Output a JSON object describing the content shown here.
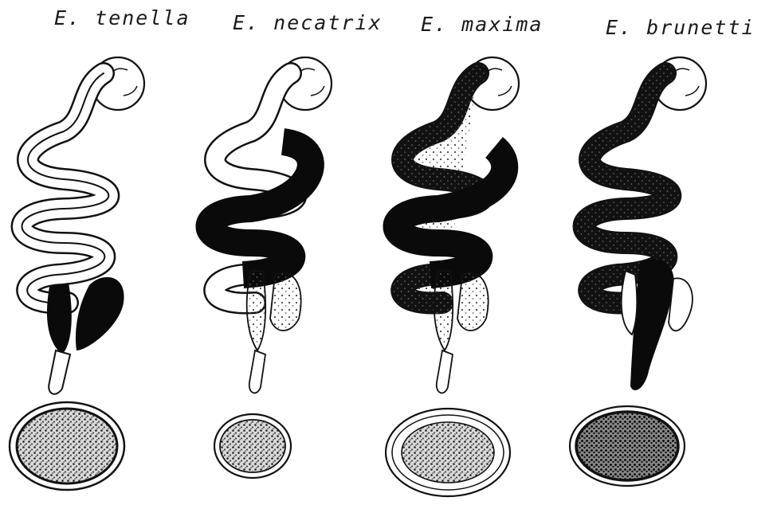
{
  "species": [
    {
      "label": "E. tenella"
    },
    {
      "label": "E. necatrix"
    },
    {
      "label": "E. maxima"
    },
    {
      "label": "E. brunetti"
    }
  ],
  "colors": {
    "ink": "#111111",
    "lesion": "#0a0a0a",
    "stipple": "#555555",
    "background": "#ffffff"
  }
}
